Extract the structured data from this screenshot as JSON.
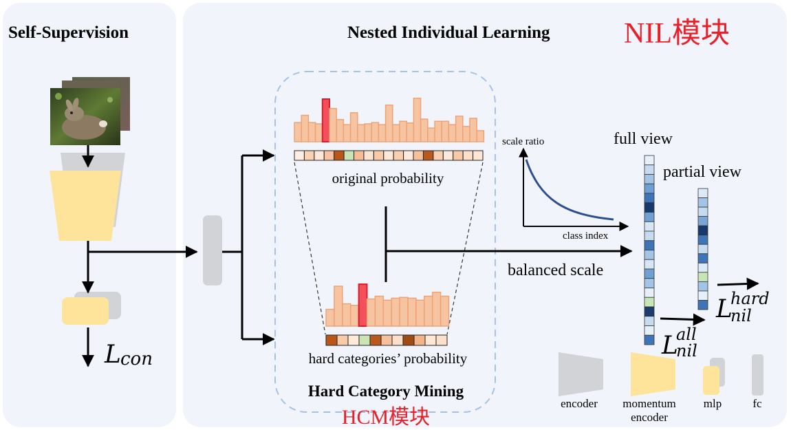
{
  "panels": {
    "left_title": "Self-Supervision",
    "right_title": "Nested Individual Learning",
    "right_title_tag": "NIL模块"
  },
  "hcm": {
    "original_label": "original probability",
    "hard_label": "hard categories’ probability",
    "module_name": "Hard Category Mining",
    "module_tag": "HCM模块"
  },
  "scale_plot": {
    "ylabel": "scale ratio",
    "xlabel": "class index"
  },
  "labels": {
    "balanced_scale": "balanced scale",
    "full_view": "full view",
    "partial_view": "partial view"
  },
  "losses": {
    "con": {
      "symbol": "L",
      "sub": "con"
    },
    "nil_all": {
      "symbol": "L",
      "sup": "all",
      "sub": "nil"
    },
    "nil_hard": {
      "symbol": "L",
      "sup": "hard",
      "sub": "nil"
    }
  },
  "legend": {
    "encoder": "encoder",
    "momentum_line1": "momentum",
    "momentum_line2": "encoder",
    "mlp": "mlp",
    "fc": "fc"
  },
  "colors": {
    "panel_bg": "#f1f5fb",
    "gray": "#d2d3d6",
    "yellow": "#fde49a",
    "bar_fill": "#f7c4a1",
    "bar_stroke": "#eea377",
    "highlight_fill": "#f4505c",
    "highlight_stroke": "#d81e2c",
    "red_text": "#e8202a",
    "dashed": "#a7c1e6",
    "curve": "#2d4f8e"
  },
  "bars": {
    "original": [
      0.45,
      0.62,
      0.45,
      0.42,
      1.0,
      0.78,
      0.52,
      0.4,
      0.68,
      0.4,
      0.42,
      0.45,
      0.4,
      0.86,
      0.4,
      0.48,
      0.44,
      1.02,
      0.53,
      0.32,
      0.48,
      0.48,
      0.4,
      0.6,
      0.36,
      0.55,
      0.26
    ],
    "original_highlight": 4,
    "hard": [
      0.42,
      1.0,
      0.56,
      0.52,
      1.05,
      0.68,
      0.75,
      0.65,
      0.7,
      0.72,
      0.7,
      0.65,
      0.75,
      0.85,
      0.75
    ],
    "hard_highlight": 4
  },
  "strips": {
    "original": [
      "#fdeee3",
      "#f9d2b4",
      "#fde7d6",
      "#f7c3a0",
      "#b95719",
      "#c9e4b5",
      "#f5bd96",
      "#fce4d2",
      "#f8cba8",
      "#fde8d8",
      "#f9cfb0",
      "#fceadc",
      "#f6c09c",
      "#b85a1f",
      "#f9d0b1",
      "#fde9d9",
      "#f8c9a7",
      "#fcdfca",
      "#fde6d3"
    ],
    "hard": [
      "#b95719",
      "#f8caa8",
      "#fdeadb",
      "#c9e4b5",
      "#b85a1f",
      "#f6c09c",
      "#fcdfca",
      "#a04a14",
      "#f3b48a",
      "#fde8d8",
      "#fbe0cc"
    ],
    "full_view": [
      "#e6f0fa",
      "#c6dbf0",
      "#a3c4e6",
      "#6f9fd3",
      "#3f74b8",
      "#173a6b",
      "#6f9fd3",
      "#d6e6f5",
      "#c6dbf0",
      "#3f74b8",
      "#a3c4e6",
      "#d6e6f5",
      "#6f9fd3",
      "#a3c4e6",
      "#e6f0fa",
      "#c8e5b5",
      "#1a3d6e",
      "#c6dbf0",
      "#e6f0fa",
      "#3f74b8"
    ],
    "partial_view": [
      "#dceaf7",
      "#a3c4e6",
      "#c6dbf0",
      "#7aa6d6",
      "#173a6b",
      "#3f74b8",
      "#c6dbf0",
      "#3f74b8",
      "#dceaf7",
      "#c8e5b5",
      "#a3c4e6",
      "#e6f0fa",
      "#3f74b8"
    ]
  }
}
